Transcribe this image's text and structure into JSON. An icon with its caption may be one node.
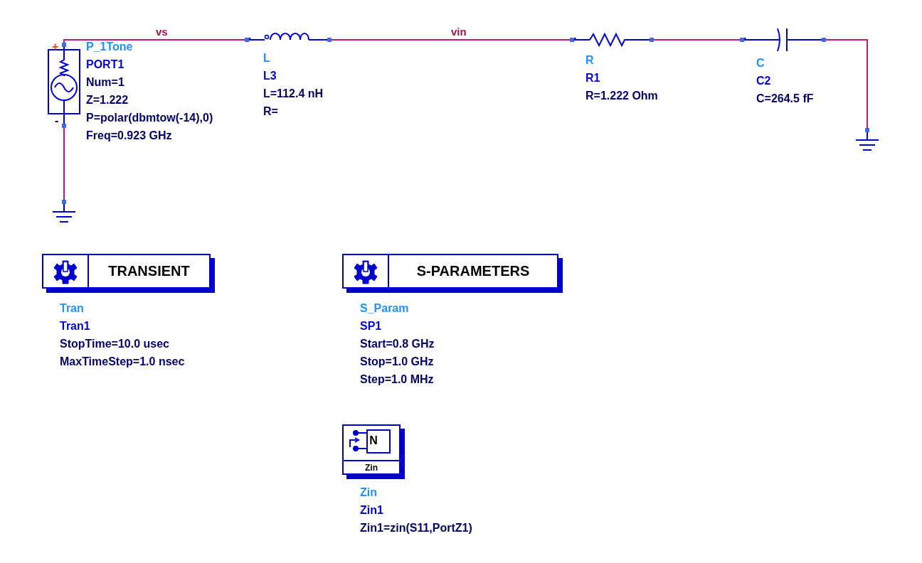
{
  "diagram": {
    "nodes": [
      {
        "text": [],
        "shape": "source",
        "beside": [
          "P_1Tone",
          "PORT1",
          "Num=1",
          "Z=1.222",
          "P=polar(dbmtow(-14),0)",
          "Freq=0.923 GHz"
        ]
      },
      {
        "text": [],
        "shape": "ground"
      },
      {
        "text": [],
        "shape": "inductor",
        "beside": [
          "L",
          "L3",
          "L=112.4 nH",
          "R="
        ]
      },
      {
        "text": [],
        "shape": "resistor",
        "beside": [
          "R",
          "R1",
          "R=1.222 Ohm"
        ]
      },
      {
        "text": [],
        "shape": "capacitor",
        "beside": [
          "C",
          "C2",
          "C=264.5 fF"
        ]
      },
      {
        "text": [],
        "shape": "ground"
      },
      {
        "text": [
          "TRANSIENT"
        ],
        "beside": [
          "Tran",
          "Tran1",
          "StopTime=10.0 usec",
          "MaxTimeStep=1.0 nsec"
        ]
      },
      {
        "text": [
          "S-PARAMETERS"
        ],
        "beside": [
          "S_Param",
          "SP1",
          "Start=0.8 GHz",
          "Stop=1.0 GHz",
          "Step=1.0 MHz"
        ]
      },
      {
        "text": [
          "N",
          "Zin"
        ],
        "beside": [
          "Zin",
          "Zin1",
          "Zin1=zin(S11,PortZ1)"
        ]
      }
    ],
    "edges": [
      {
        "from": 0,
        "to": 2,
        "arrow": "none",
        "label": "vs"
      },
      {
        "from": 2,
        "to": 3,
        "arrow": "none",
        "label": "vin"
      },
      {
        "from": 3,
        "to": 4,
        "arrow": "none"
      },
      {
        "from": 4,
        "to": 5,
        "arrow": "none"
      },
      {
        "from": 0,
        "to": 1,
        "arrow": "none"
      }
    ],
    "labels": [
      "+",
      "-"
    ]
  }
}
